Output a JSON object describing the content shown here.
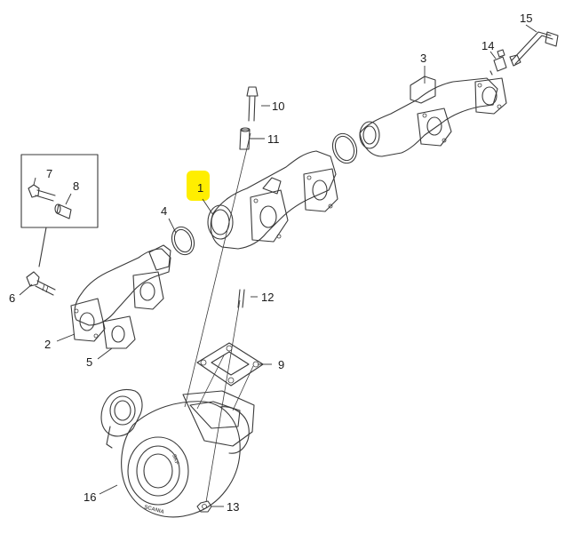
{
  "diagram": {
    "callouts": [
      {
        "id": "1",
        "label": "1",
        "highlighted": true
      },
      {
        "id": "2",
        "label": "2"
      },
      {
        "id": "3",
        "label": "3"
      },
      {
        "id": "4",
        "label": "4"
      },
      {
        "id": "5",
        "label": "5"
      },
      {
        "id": "6",
        "label": "6"
      },
      {
        "id": "7",
        "label": "7"
      },
      {
        "id": "8",
        "label": "8"
      },
      {
        "id": "9",
        "label": "9"
      },
      {
        "id": "10",
        "label": "10"
      },
      {
        "id": "11",
        "label": "11"
      },
      {
        "id": "12",
        "label": "12"
      },
      {
        "id": "13",
        "label": "13"
      },
      {
        "id": "14",
        "label": "14"
      },
      {
        "id": "15",
        "label": "15"
      },
      {
        "id": "16",
        "label": "16"
      }
    ],
    "stamps": {
      "brand": "SCANIA",
      "code": "SKF"
    },
    "colors": {
      "line": "#3a3a3a",
      "highlight": "#ffee00",
      "background": "#ffffff"
    }
  }
}
